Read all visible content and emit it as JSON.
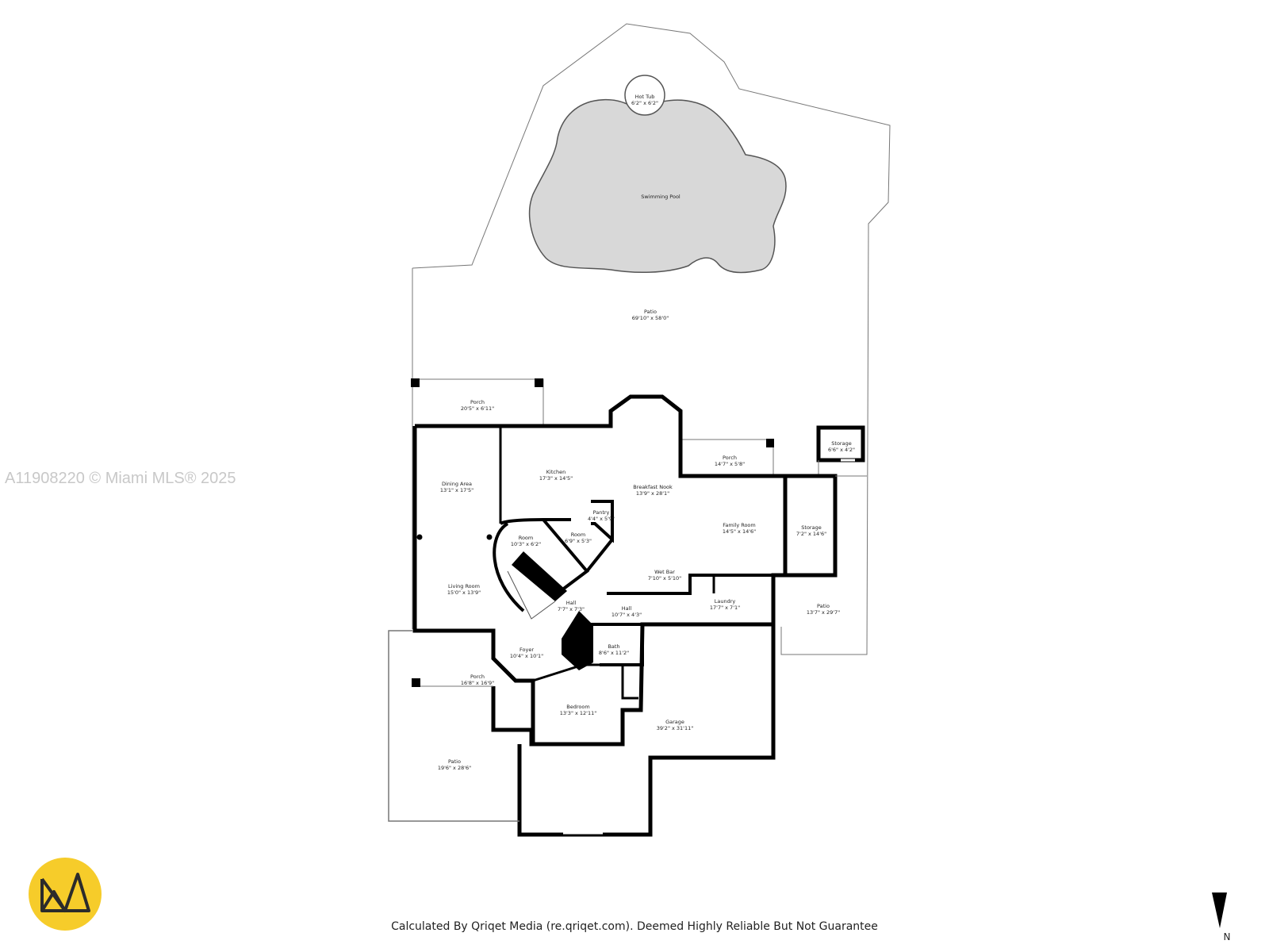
{
  "watermark": "A11908220 © Miami MLS® 2025",
  "footer": "Calculated By Qriqet Media (re.qriqet.com). Deemed Highly Reliable But Not Guarantee",
  "compass": {
    "label": "N"
  },
  "logo": {
    "icon": "qriqet-logo",
    "color": "#f6cc2a"
  },
  "colors": {
    "wall": "#000000",
    "outline": "#777777",
    "pool": "#d8d8d8"
  },
  "rooms": [
    {
      "key": "hot_tub",
      "name": "Hot Tub",
      "dims": "6'2\" x 6'2\""
    },
    {
      "key": "pool",
      "name": "Swimming Pool",
      "dims": ""
    },
    {
      "key": "patio_main",
      "name": "Patio",
      "dims": "69'10\" x 58'0\""
    },
    {
      "key": "porch_top",
      "name": "Porch",
      "dims": "20'5\" x 6'11\""
    },
    {
      "key": "porch_right",
      "name": "Porch",
      "dims": "14'7\" x 5'8\""
    },
    {
      "key": "storage_small",
      "name": "Storage",
      "dims": "6'6\" x 4'2\""
    },
    {
      "key": "dining",
      "name": "Dining Area",
      "dims": "13'1\" x 17'5\""
    },
    {
      "key": "kitchen",
      "name": "Kitchen",
      "dims": "17'3\" x 14'5\""
    },
    {
      "key": "breakfast",
      "name": "Breakfast Nook",
      "dims": "13'9\" x 28'1\""
    },
    {
      "key": "pantry",
      "name": "Pantry",
      "dims": "4'4\" x 5'9\""
    },
    {
      "key": "family",
      "name": "Family Room",
      "dims": "14'5\" x 14'6\""
    },
    {
      "key": "storage_large",
      "name": "Storage",
      "dims": "7'2\" x 14'6\""
    },
    {
      "key": "room_a",
      "name": "Room",
      "dims": "10'3\" x 6'2\""
    },
    {
      "key": "room_b",
      "name": "Room",
      "dims": "6'9\" x 5'3\""
    },
    {
      "key": "living",
      "name": "Living Room",
      "dims": "15'0\" x 13'9\""
    },
    {
      "key": "wetbar",
      "name": "Wet Bar",
      "dims": "7'10\" x 5'10\""
    },
    {
      "key": "hall_a",
      "name": "Hall",
      "dims": "7'7\" x 7'3\""
    },
    {
      "key": "hall_b",
      "name": "Hall",
      "dims": "10'7\" x 4'3\""
    },
    {
      "key": "laundry",
      "name": "Laundry",
      "dims": "17'7\" x 7'1\""
    },
    {
      "key": "patio_right",
      "name": "Patio",
      "dims": "13'7\" x 29'7\""
    },
    {
      "key": "foyer",
      "name": "Foyer",
      "dims": "10'4\" x 10'1\""
    },
    {
      "key": "bath",
      "name": "Bath",
      "dims": "8'6\" x 11'2\""
    },
    {
      "key": "porch_front",
      "name": "Porch",
      "dims": "16'8\" x 16'9\""
    },
    {
      "key": "bedroom",
      "name": "Bedroom",
      "dims": "13'3\" x 12'11\""
    },
    {
      "key": "garage",
      "name": "Garage",
      "dims": "39'2\" x 31'11\""
    },
    {
      "key": "patio_left",
      "name": "Patio",
      "dims": "19'6\" x 28'6\""
    }
  ]
}
